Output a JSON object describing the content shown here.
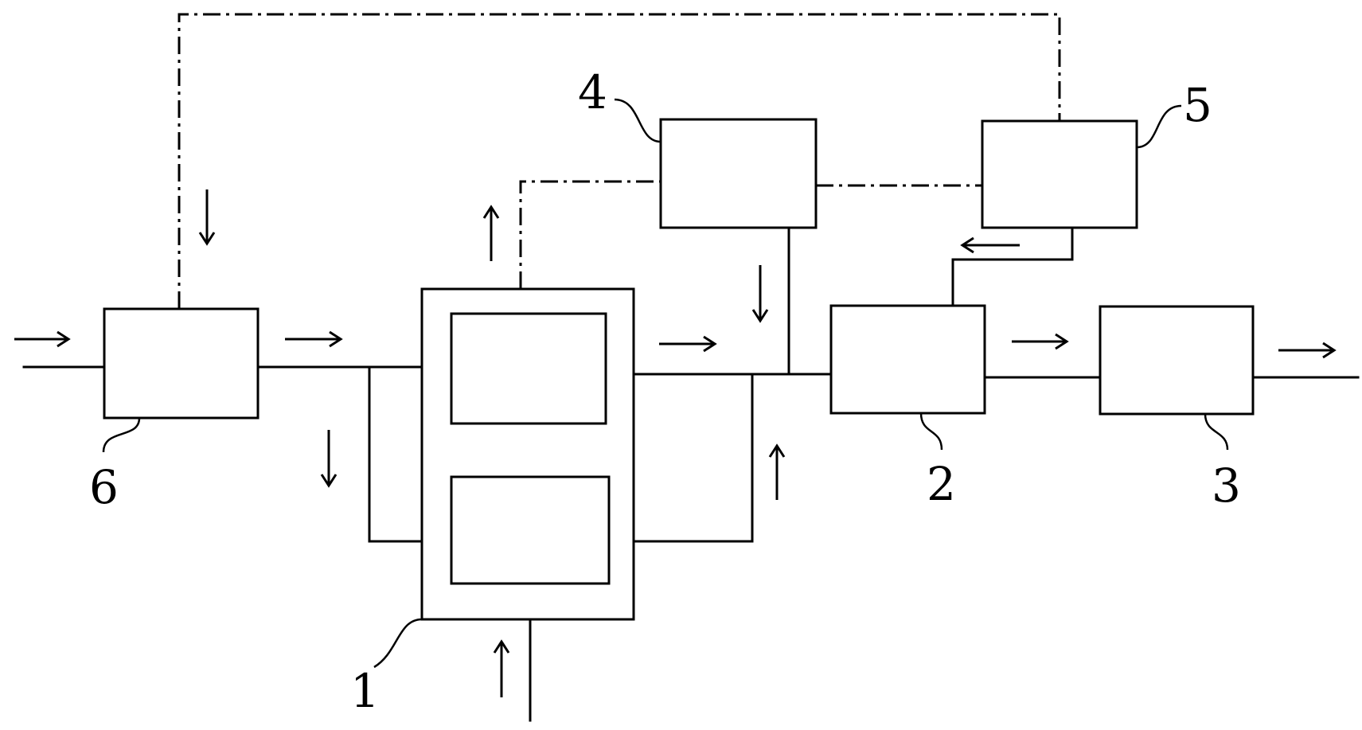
{
  "labels": {
    "unit_1": "1",
    "unit_2": "2",
    "unit_3": "3",
    "unit_4": "4",
    "unit_5": "5",
    "unit_6": "6"
  },
  "colors": {
    "ink": "#000000",
    "background": "#ffffff"
  },
  "line_styles": {
    "process_flow": "solid",
    "signal_flow": "dash-dot"
  }
}
